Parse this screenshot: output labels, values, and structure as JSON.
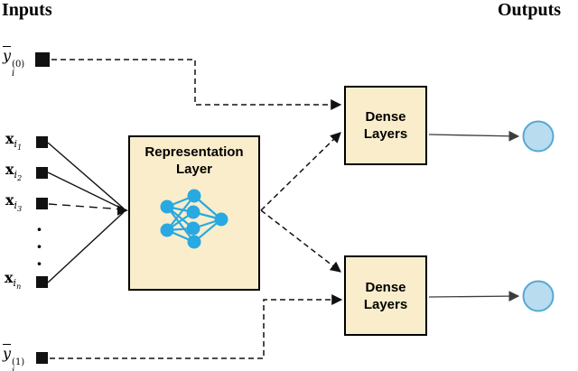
{
  "header": {
    "inputs_label": "Inputs",
    "outputs_label": "Outputs"
  },
  "inputs": {
    "y_top": {
      "base": "y",
      "sub": "i",
      "sup": "(0)"
    },
    "y_bottom": {
      "base": "y",
      "sub": "i",
      "sup": "(1)"
    },
    "x_features": [
      {
        "base": "x",
        "sub": "i",
        "index": "1"
      },
      {
        "base": "x",
        "sub": "i",
        "index": "2"
      },
      {
        "base": "x",
        "sub": "i",
        "index": "3"
      },
      {
        "base": "x",
        "sub": "i",
        "index": "n"
      }
    ],
    "ellipsis": "·\n·\n·"
  },
  "blocks": {
    "representation": {
      "label": "Representation Layer"
    },
    "dense_top": {
      "label": "Dense Layers"
    },
    "dense_bottom": {
      "label": "Dense Layers"
    }
  },
  "outputs": {
    "count": 2
  },
  "colors": {
    "box_fill": "#FAEDCB",
    "box_border": "#000000",
    "node_blue": "#29A9E1",
    "output_fill": "#B9DCEE",
    "output_border": "#56A7D6",
    "line_black": "#111111",
    "output_arrow": "#3C3C3C"
  }
}
